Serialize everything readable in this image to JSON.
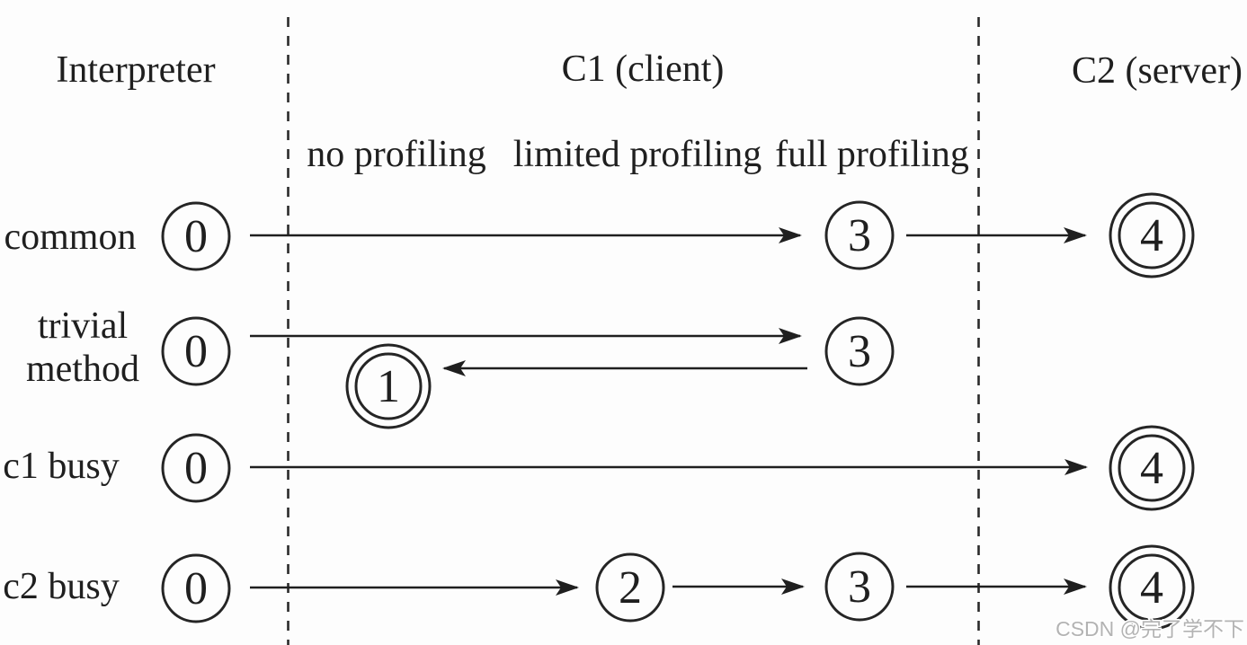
{
  "title_row": {
    "interpreter": "Interpreter",
    "c1": "C1 (client)",
    "c2": "C2 (server)"
  },
  "c1_profiling_modes": {
    "no": "no profiling",
    "limited": "limited profiling",
    "full": "full profiling"
  },
  "rows": [
    {
      "label": "common",
      "states": [
        {
          "value": "0",
          "zone": "interpreter",
          "type": "normal"
        },
        {
          "value": "3",
          "zone": "c1-full-profiling",
          "type": "normal"
        },
        {
          "value": "4",
          "zone": "c2",
          "type": "final-double-circle"
        }
      ],
      "transitions": [
        "0→3",
        "3→4"
      ]
    },
    {
      "label": "trivial method",
      "label_lines": [
        "trivial",
        "method"
      ],
      "states": [
        {
          "value": "0",
          "zone": "interpreter",
          "type": "normal"
        },
        {
          "value": "3",
          "zone": "c1-full-profiling",
          "type": "normal"
        },
        {
          "value": "1",
          "zone": "c1-no-profiling",
          "type": "final-double-circle"
        }
      ],
      "transitions": [
        "0→3",
        "3→1"
      ]
    },
    {
      "label": "c1 busy",
      "states": [
        {
          "value": "0",
          "zone": "interpreter",
          "type": "normal"
        },
        {
          "value": "4",
          "zone": "c2",
          "type": "final-double-circle"
        }
      ],
      "transitions": [
        "0→4"
      ]
    },
    {
      "label": "c2 busy",
      "states": [
        {
          "value": "0",
          "zone": "interpreter",
          "type": "normal"
        },
        {
          "value": "2",
          "zone": "c1-limited-profiling",
          "type": "normal"
        },
        {
          "value": "3",
          "zone": "c1-full-profiling",
          "type": "normal"
        },
        {
          "value": "4",
          "zone": "c2",
          "type": "final-double-circle"
        }
      ],
      "transitions": [
        "0→2",
        "2→3",
        "3→4"
      ]
    }
  ],
  "watermark": "CSDN @完了学不下"
}
